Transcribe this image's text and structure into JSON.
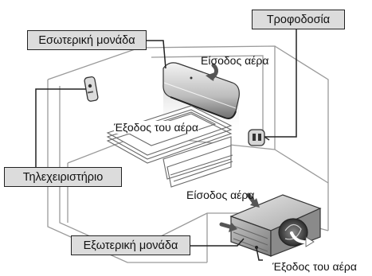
{
  "labels": {
    "indoor_unit": "Εσωτερική μονάδα",
    "power_supply": "Τροφοδοσία",
    "remote_control": "Τηλεχειριστήριο",
    "outdoor_unit": "Εξωτερική μονάδα"
  },
  "airflow": {
    "indoor_air_inlet": "Είσοδος αέρα",
    "indoor_air_outlet": "Έξοδος του αέρα",
    "outdoor_air_inlet": "Είσοδος αέρα",
    "outdoor_air_outlet": "Έξοδος του αέρα"
  },
  "colors": {
    "label_fill": "#dcdcdc",
    "line": "#222222",
    "room_line": "#9a9a9a"
  }
}
